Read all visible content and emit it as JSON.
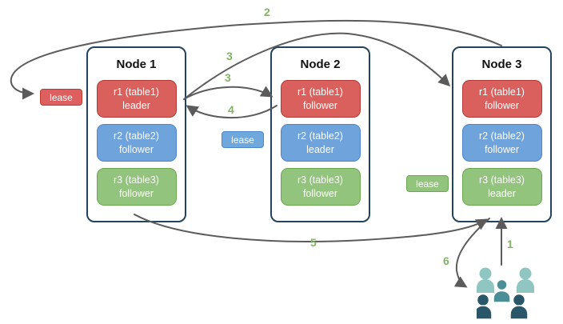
{
  "nodes": [
    {
      "title": "Node 1",
      "replicas": [
        {
          "label": "r1 (table1)",
          "role": "leader",
          "color": "#d9605c"
        },
        {
          "label": "r2 (table2)",
          "role": "follower",
          "color": "#6fa3dc"
        },
        {
          "label": "r3 (table3)",
          "role": "follower",
          "color": "#93c47d"
        }
      ]
    },
    {
      "title": "Node 2",
      "replicas": [
        {
          "label": "r1 (table1)",
          "role": "follower",
          "color": "#d9605c"
        },
        {
          "label": "r2 (table2)",
          "role": "leader",
          "color": "#6fa3dc"
        },
        {
          "label": "r3 (table3)",
          "role": "follower",
          "color": "#93c47d"
        }
      ]
    },
    {
      "title": "Node 3",
      "replicas": [
        {
          "label": "r1 (table1)",
          "role": "follower",
          "color": "#d9605c"
        },
        {
          "label": "r2 (table2)",
          "role": "follower",
          "color": "#6fa3dc"
        },
        {
          "label": "r3 (table3)",
          "role": "leader",
          "color": "#93c47d"
        }
      ]
    }
  ],
  "leases": [
    {
      "label": "lease",
      "color": "#dd5f5f"
    },
    {
      "label": "lease",
      "color": "#6fa8dc"
    },
    {
      "label": "lease",
      "color": "#93c47d"
    }
  ],
  "steps": {
    "s1": "1",
    "s2": "2",
    "s3a": "3",
    "s3b": "3",
    "s4": "4",
    "s5": "5",
    "s6": "6"
  },
  "colors": {
    "node_border": "#23445d",
    "red_fill": "#d9605c",
    "red_border": "#b23b37",
    "blue_fill": "#6fa3dc",
    "blue_border": "#4d86c6",
    "green_fill": "#93c47d",
    "green_border": "#6aa84f",
    "arrow": "#5b5b5b",
    "step_number": "#82b366"
  },
  "users_icon": {
    "icon": "users-group-icon",
    "colors": {
      "light": "#8fc6c2",
      "medium": "#4b8e96",
      "dark": "#2a566a"
    }
  }
}
